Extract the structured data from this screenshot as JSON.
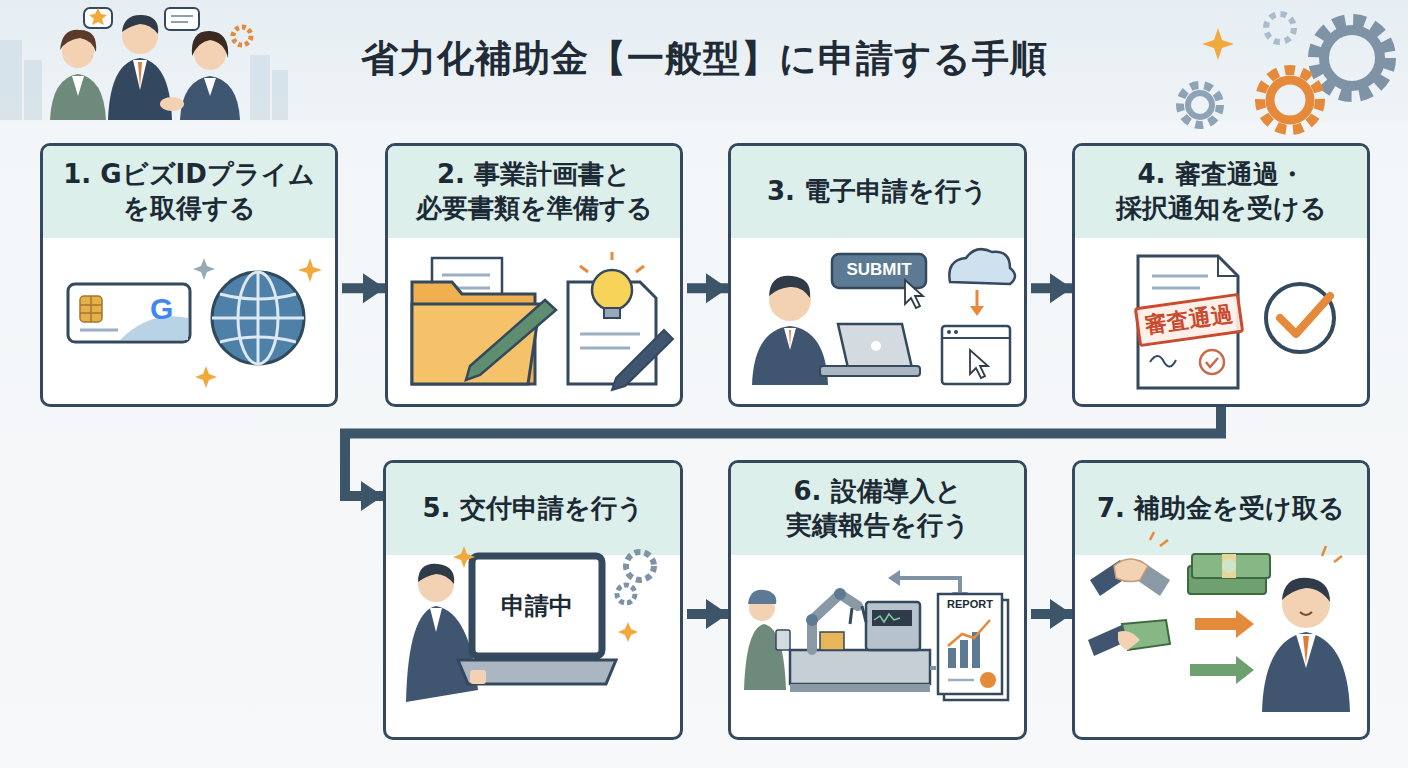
{
  "diagram": {
    "title": "省力化補助金【一般型】に申請する手順",
    "nodes": [
      {
        "text": [
          "1. GビズIDプライム を取得する"
        ]
      },
      {
        "text": [
          "2. 事業計画書と 必要書類を準備する"
        ]
      },
      {
        "text": [
          "3. 電子申請を行う"
        ]
      },
      {
        "text": [
          "4. 審査通過・ 採択通知を受ける"
        ]
      },
      {
        "text": [
          "5. 交付申請を行う"
        ]
      },
      {
        "text": [
          "6. 設備導入と 実績報告を行う"
        ]
      },
      {
        "text": [
          "7. 補助金を受け取る"
        ]
      }
    ],
    "edges": [
      {
        "from": 0,
        "to": 1,
        "arrow": "to"
      },
      {
        "from": 1,
        "to": 2,
        "arrow": "to"
      },
      {
        "from": 2,
        "to": 3,
        "arrow": "to"
      },
      {
        "from": 3,
        "to": 4,
        "arrow": "to"
      },
      {
        "from": 4,
        "to": 5,
        "arrow": "to"
      },
      {
        "from": 5,
        "to": 6,
        "arrow": "to"
      }
    ],
    "labels": [
      "G",
      "SUBMIT",
      "審査通過",
      "申請中",
      "REPORT"
    ]
  }
}
